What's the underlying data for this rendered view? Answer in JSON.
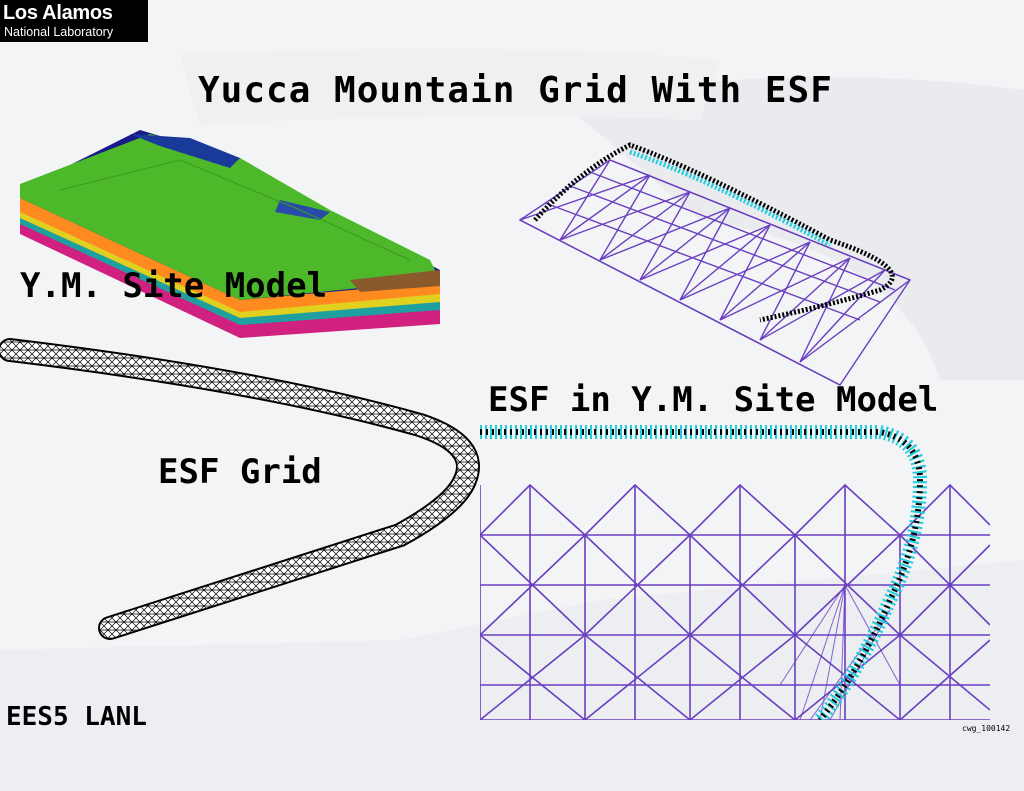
{
  "logo": {
    "line1": "Los Alamos",
    "line2": "National Laboratory"
  },
  "title": "Yucca Mountain Grid With ESF",
  "labels": {
    "site_model": "Y.M. Site Model",
    "esf_grid": "ESF Grid",
    "esf_in_site_model": "ESF in Y.M. Site Model"
  },
  "credit": "EES5 LANL",
  "image_id": "cwg_100142",
  "colors": {
    "terrain_green": "#4db82a",
    "mesh_purple": "#6a3fc0",
    "esf_black": "#000000",
    "esf_cyan": "#22ccdd"
  }
}
